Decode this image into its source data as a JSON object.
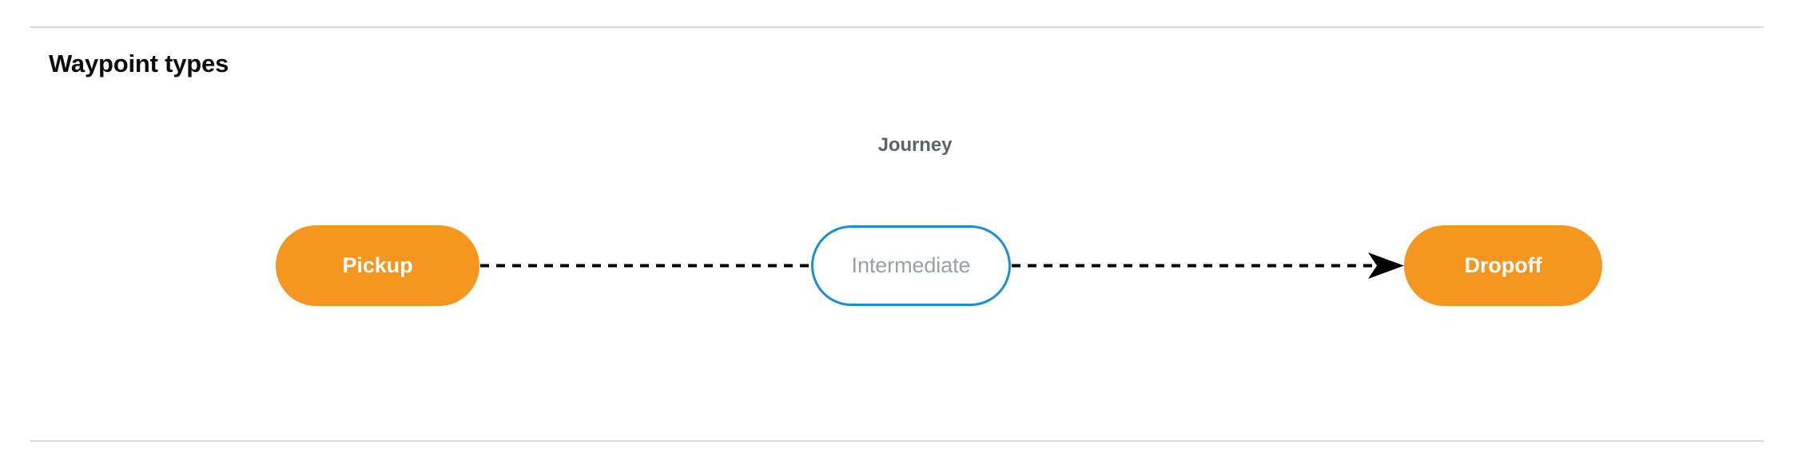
{
  "section": {
    "title": "Waypoint types"
  },
  "diagram": {
    "caption": "Journey",
    "nodes": [
      {
        "id": "pickup",
        "label": "Pickup",
        "kind": "terminal",
        "fill": "#F5961E",
        "text_color": "#ffffff"
      },
      {
        "id": "intermediate",
        "label": "Intermediate",
        "kind": "intermediate",
        "fill": "#ffffff",
        "border_color": "#1a8fd8",
        "text_color": "#9aa0a6"
      },
      {
        "id": "dropoff",
        "label": "Dropoff",
        "kind": "terminal",
        "fill": "#F5961E",
        "text_color": "#ffffff"
      }
    ],
    "edges": [
      {
        "from": "pickup",
        "to": "intermediate",
        "style": "dashed",
        "arrow": false,
        "color": "#000000"
      },
      {
        "from": "intermediate",
        "to": "dropoff",
        "style": "dashed",
        "arrow": true,
        "color": "#000000"
      }
    ]
  },
  "colors": {
    "divider": "#d9d9d9",
    "title": "#0d0d0d",
    "caption": "#5f6368",
    "accent_orange": "#F5961E",
    "accent_blue": "#1a8fd8",
    "muted_text": "#9aa0a6",
    "background": "#ffffff"
  }
}
